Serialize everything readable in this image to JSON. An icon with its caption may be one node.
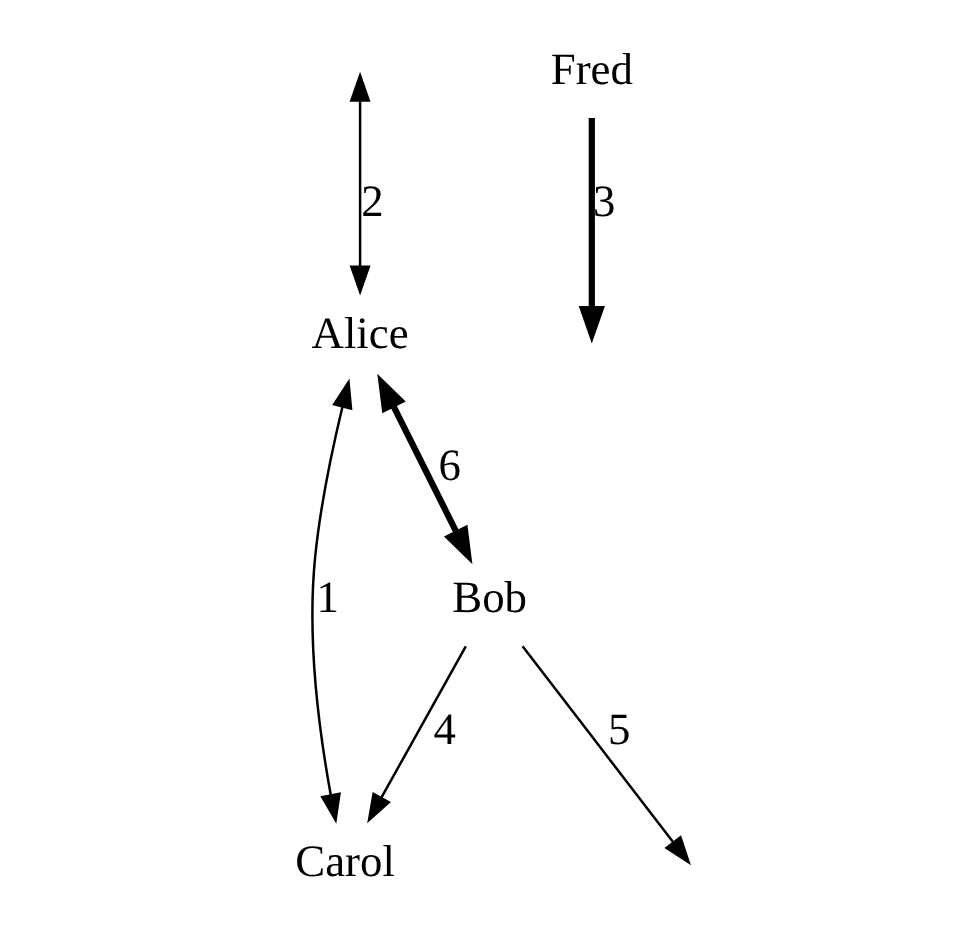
{
  "diagram": {
    "nodes": [
      {
        "text": [
          "Carol"
        ]
      },
      {
        "text": [
          "Alice"
        ]
      },
      {
        "text": [
          "Bob"
        ]
      },
      {
        "text": [
          "Fred"
        ]
      }
    ],
    "edges": [
      {
        "from": 1,
        "to": 0,
        "arrow": "both",
        "label": "1"
      },
      {
        "from": 2,
        "to": 0,
        "arrow": "to",
        "label": "4"
      },
      {
        "from": 1,
        "to": 2,
        "arrow": "both",
        "label": "6",
        "style": "thick"
      },
      {
        "from": null,
        "to": 1,
        "arrow": "both",
        "label": "2"
      },
      {
        "from": 3,
        "to": null,
        "arrow": "to",
        "label": "3",
        "style": "thick"
      },
      {
        "from": 2,
        "to": null,
        "arrow": "to",
        "label": "5"
      }
    ]
  }
}
